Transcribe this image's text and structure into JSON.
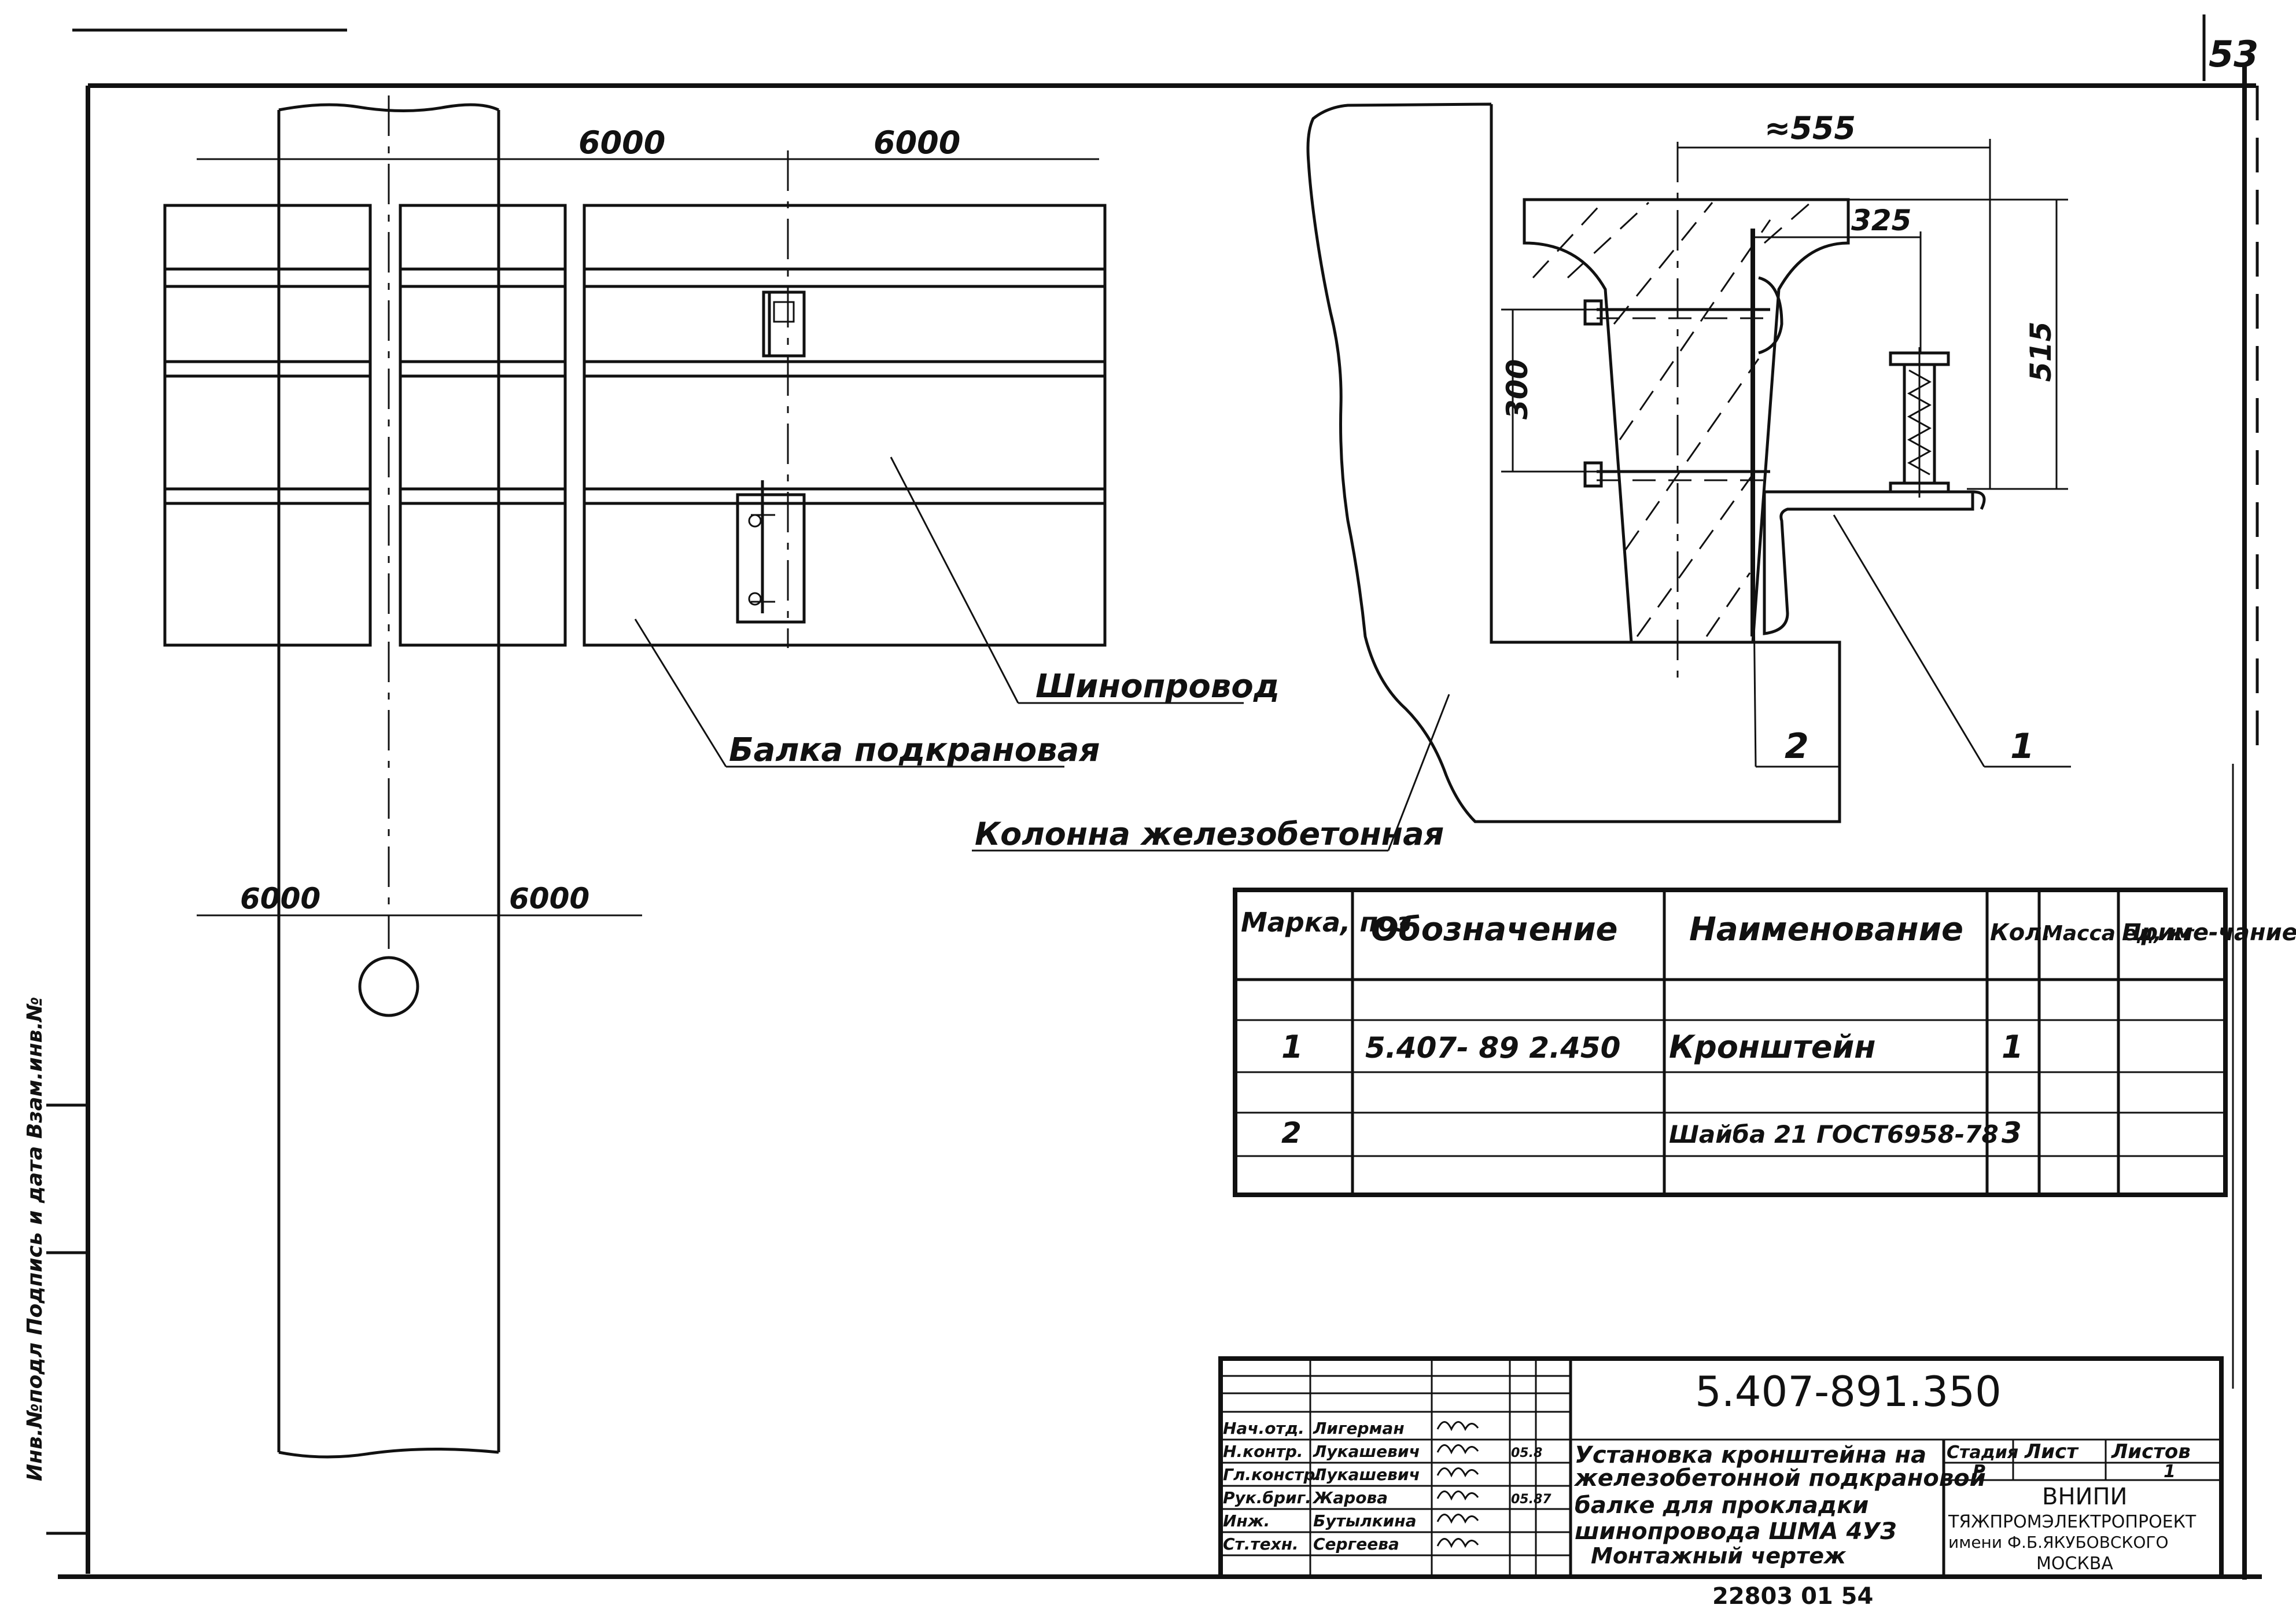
{
  "sheet": {
    "page_number": "53",
    "bottom_code": "22803 01  54"
  },
  "left_margin": {
    "vertical_stamp": "Инв.№подл  Подпись и дата  Взам.инв.№"
  },
  "plan_view": {
    "dim_top_left": "6000",
    "dim_top_right": "6000",
    "dim_bottom_left": "6000",
    "dim_bottom_right": "6000",
    "label_beam": "Балка подкрановая",
    "label_busway": "Шинопровод"
  },
  "section_view": {
    "dim_width": "≈555",
    "dim_bracket": "325",
    "dim_height": "515",
    "dim_bolts": "300",
    "label_column": "Колонна железобетонная",
    "pos_1": "1",
    "pos_2": "2"
  },
  "spec_table": {
    "headers": [
      "Марка, поз",
      "Обозначение",
      "Наименование",
      "Кол.",
      "Масса ед, кг",
      "Приме-чание"
    ],
    "rows": [
      {
        "pos": "1",
        "designation": "5.407- 89  2.450",
        "name": "Кронштейн",
        "qty": "1",
        "mass": "",
        "note": ""
      },
      {
        "pos": "2",
        "designation": "",
        "name": "Шайба 21 ГОСТ6958-78",
        "qty": "3",
        "mass": "",
        "note": ""
      }
    ]
  },
  "title_block": {
    "doc_number": "5.407-891.350",
    "title_lines": [
      "Установка кронштейна на",
      "железобетонной подкрановой",
      "балке для прокладки",
      "шинопровода ШМА 4УЗ",
      "Монтажный чертеж"
    ],
    "roles": [
      {
        "role": "Нач.отд.",
        "name": "Лигерман",
        "date": ""
      },
      {
        "role": "Н.контр.",
        "name": "Лукашевич",
        "date": "05.8"
      },
      {
        "role": "Гл.констр.",
        "name": "Лукашевич",
        "date": ""
      },
      {
        "role": "Рук.бриг.",
        "name": "Жарова",
        "date": "05.87"
      },
      {
        "role": "Инж.",
        "name": "Бутылкина",
        "date": ""
      },
      {
        "role": "Ст.техн.",
        "name": "Сергеева",
        "date": ""
      }
    ],
    "stage_header": "Стадия",
    "sheet_header": "Лист",
    "sheets_header": "Листов",
    "stage": "Р",
    "sheet": "",
    "sheets": "1",
    "org_lines": [
      "ВНИПИ",
      "ТЯЖПРОМЭЛЕКТРОПРОЕКТ",
      "имени Ф.Б.ЯКУБОВСКОГО",
      "МОСКВА"
    ]
  }
}
